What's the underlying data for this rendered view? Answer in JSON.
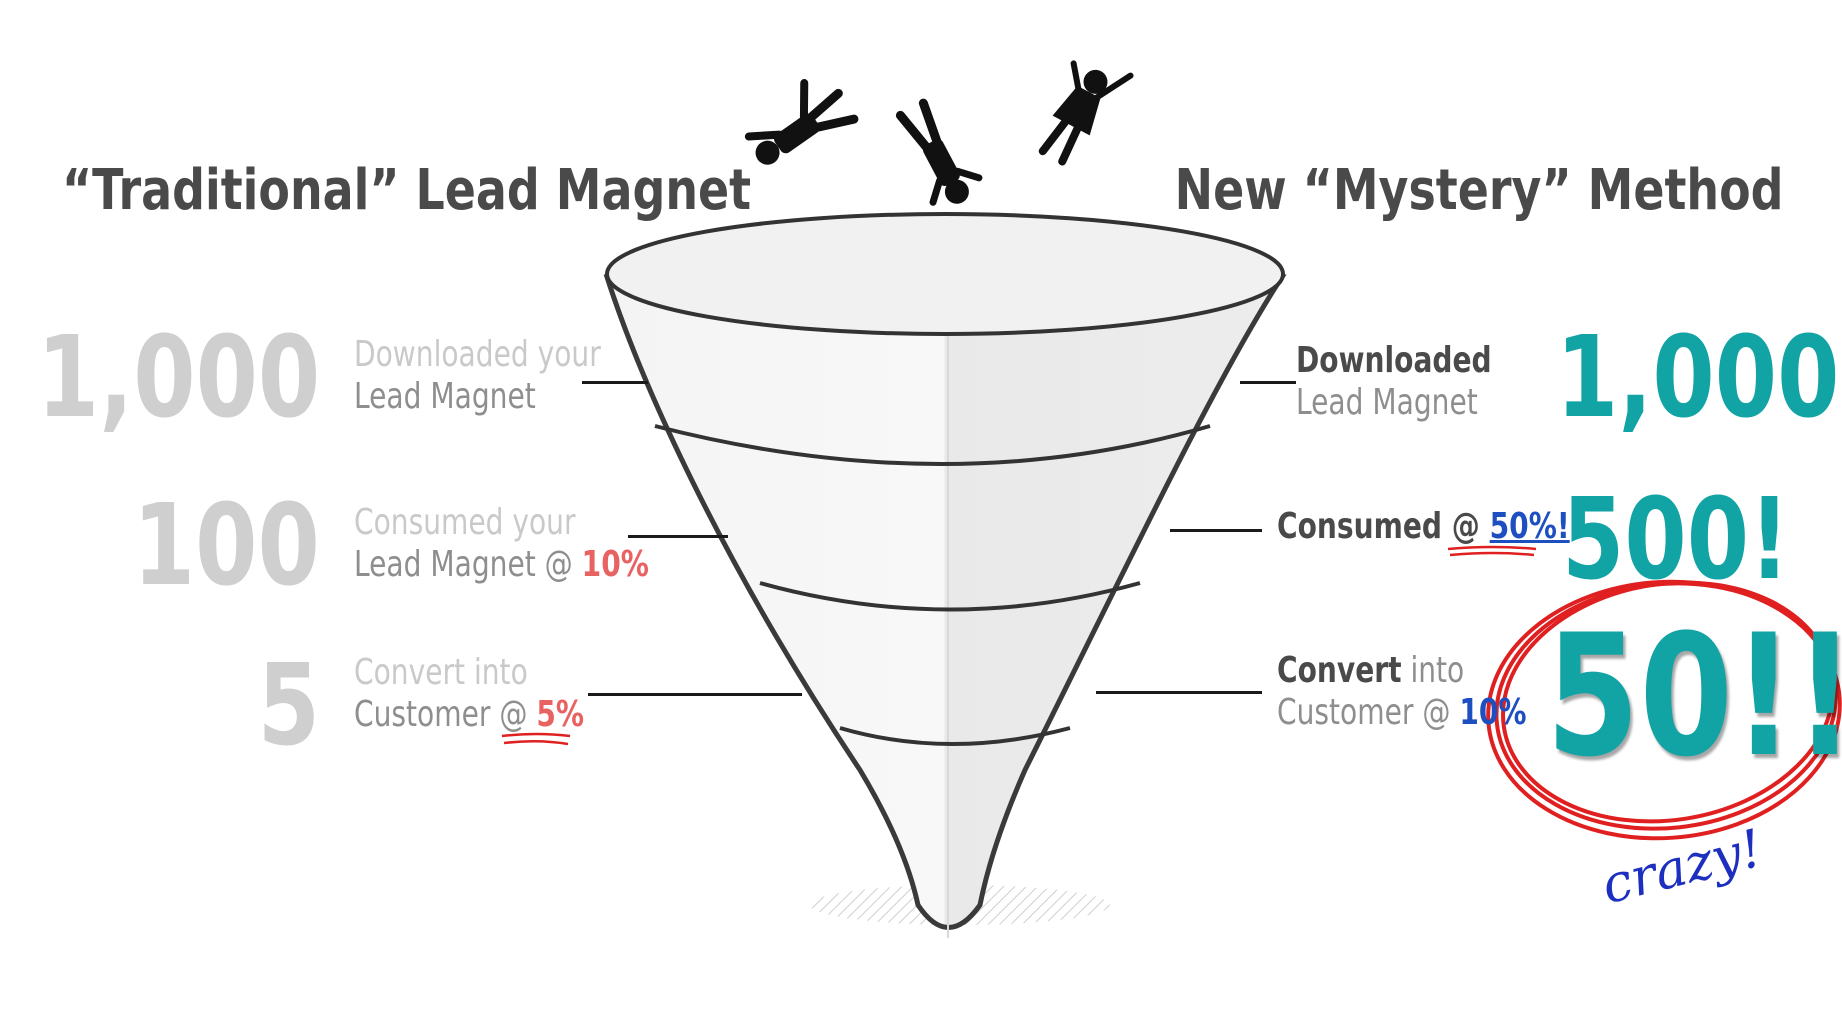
{
  "left": {
    "title": "“Traditional” Lead Magnet",
    "stages": [
      {
        "number": "1,000",
        "line1": "Downloaded your",
        "line2_prefix": "Lead Magnet",
        "pct": ""
      },
      {
        "number": "100",
        "line1": "Consumed your",
        "line2_prefix": "Lead Magnet @ ",
        "pct": "10%"
      },
      {
        "number": "5",
        "line1": "Convert into",
        "line2_prefix": "Customer @ ",
        "pct": "5%"
      }
    ]
  },
  "right": {
    "title": "New “Mystery” Method",
    "stages": [
      {
        "number": "1,000",
        "line1": "Downloaded",
        "line2_prefix": "Lead Magnet",
        "pct": ""
      },
      {
        "number": "500!",
        "line1": "Consumed @ ",
        "line2_prefix": "",
        "pct": "50%!"
      },
      {
        "number": "50!!",
        "line1_bold": "Convert",
        "line1_rest": " into",
        "line2_prefix": "Customer @ ",
        "pct": "10%"
      }
    ],
    "annotation": "crazy!"
  },
  "icons": [
    "falling-person-icon",
    "falling-person-icon",
    "falling-woman-icon"
  ],
  "colors": {
    "teal": "#12a3a5",
    "red": "#e86262",
    "blue": "#1e4fc0",
    "circle": "#e02020"
  }
}
